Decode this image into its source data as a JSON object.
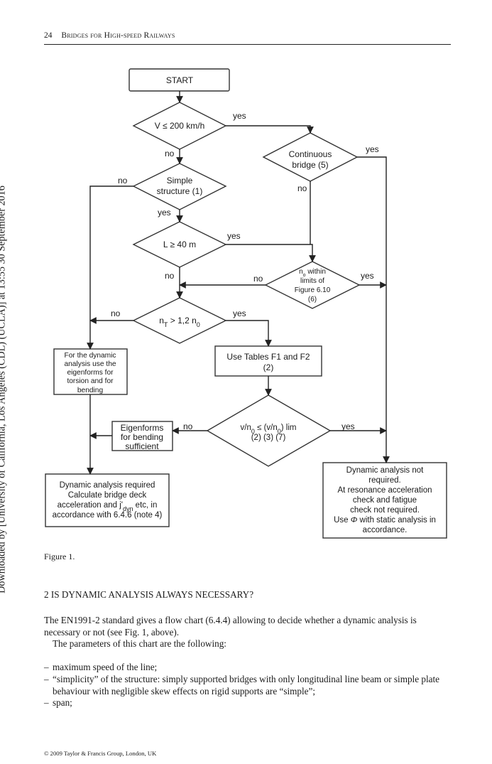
{
  "side_note": "Downloaded by [University of California, Los Angeles (CDL) (UCLA)] at 13:55 30 September 2016",
  "header": {
    "page_number": "24",
    "book_title": "Bridges for High-speed Railways"
  },
  "flowchart": {
    "start": "START",
    "d_speed": "V ≤ 200 km/h",
    "d_continuous": [
      "Continuous",
      "bridge (5)"
    ],
    "d_simple": [
      "Simple",
      "structure (1)"
    ],
    "d_length": "L ≥ 40 m",
    "d_limits": [
      "n",
      "o",
      " within",
      "limits of",
      "Figure 6.10",
      "(6)"
    ],
    "d_torsion": {
      "a": "n",
      "a_sub": "T",
      "b": " > 1,2 n",
      "b_sub": "0"
    },
    "box_tables": [
      "Use Tables F1 and F2",
      "(2)"
    ],
    "box_eigen_dynamic": [
      "For the dynamic",
      "analysis use the",
      "eigenforms for",
      "torsion and for",
      "bending"
    ],
    "d_ratio": {
      "l1a": "v/n",
      "l1a_sub": "0",
      "l1b": " ≤ (v/n",
      "l1b_sub": "0",
      "l1c": ") lim",
      "l2": "(2) (3) (7)"
    },
    "box_eigen_bending": [
      "Eigenforms",
      "for bending",
      "sufficient"
    ],
    "box_required": {
      "l1": "Dynamic analysis required",
      "l2": "Calculate bridge deck",
      "l3a": "acceleration and j'",
      "l3_sub": "dyn",
      "l3b": " etc, in",
      "l4": "accordance with 6.4.6 (note 4)"
    },
    "box_not_required": {
      "l1": "Dynamic analysis not",
      "l2": "required.",
      "l3": "At resonance acceleration",
      "l4": "check and fatigue",
      "l5": "check not required.",
      "l6a": "Use ",
      "l6_sym": "Φ",
      "l6b": " with static analysis in",
      "l7": "accordance."
    },
    "labels": {
      "yes": "yes",
      "no": "no"
    }
  },
  "caption": "Figure 1.",
  "section_heading": "2   IS DYNAMIC ANALYSIS ALWAYS NECESSARY?",
  "paragraph_1": "The EN1991-2 standard gives a flow chart (6.4.4) allowing to decide whether a dynamic analysis is necessary or not (see Fig. 1, above).",
  "paragraph_2": "The parameters of this chart are the following:",
  "bullets": [
    "maximum speed of the line;",
    "“simplicity” of the structure: simply supported bridges with only longitudinal line beam or simple plate behaviour with negligible skew effects on rigid supports are “simple”;",
    "span;"
  ],
  "bullet_marker": "–",
  "footer": "© 2009 Taylor & Francis Group, London, UK"
}
